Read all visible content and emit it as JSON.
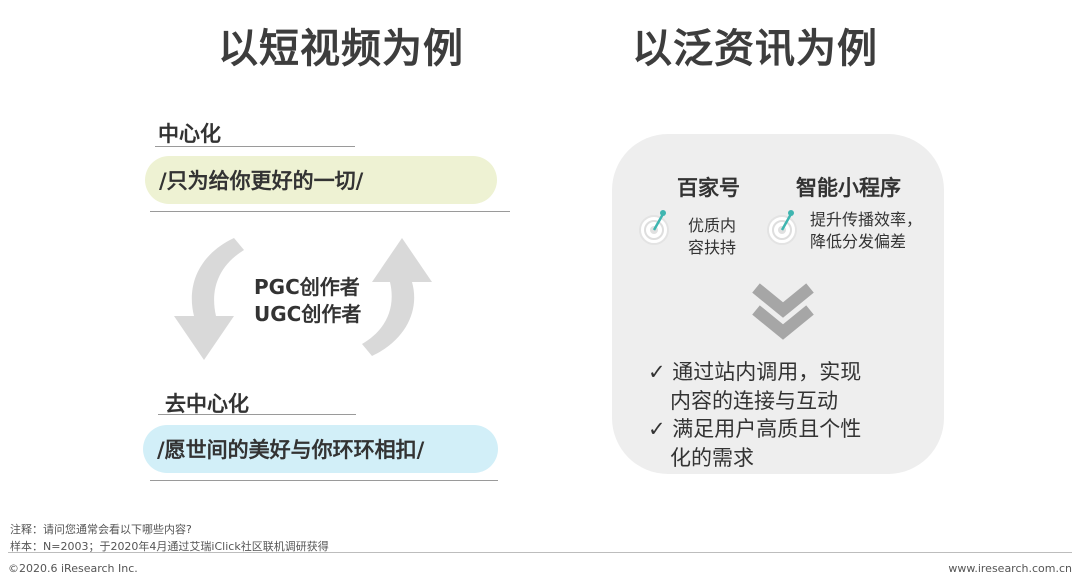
{
  "titles": {
    "left": "以短视频为例",
    "right": "以泛资讯为例"
  },
  "left": {
    "top_label": "中心化",
    "top_pill": "/只为给你更好的一切/",
    "center_line1": "PGC创作者",
    "center_line2": "UGC创作者",
    "bottom_label": "去中心化",
    "bottom_pill": "/愿世间的美好与你环环相扣/"
  },
  "right": {
    "col1_title": "百家号",
    "col1_line1": "优质内",
    "col1_line2": "容扶持",
    "col2_title": "智能小程序",
    "col2_line1": "提升传播效率，",
    "col2_line2": "降低分发偏差",
    "check_mark": "✓",
    "bullet1_line1": "通过站内调用，实现",
    "bullet1_line2": "内容的连接与互动",
    "bullet2_line1": "满足用户高质且个性",
    "bullet2_line2": "化的需求"
  },
  "notes": {
    "line1": "注释：请问您通常会看以下哪些内容?",
    "line2": "样本：N=2003；于2020年4月通过艾瑞iClick社区联机调研获得"
  },
  "footer": {
    "left": "©2020.6 iResearch Inc.",
    "right": "www.iresearch.com.cn"
  },
  "colors": {
    "pill_top": "#eef2d3",
    "pill_bottom": "#d2eff8",
    "panel": "#eeeeee",
    "arrow": "#d9d9d9",
    "chevron": "#a6a6a6",
    "target_pin": "#3fb5b0"
  }
}
